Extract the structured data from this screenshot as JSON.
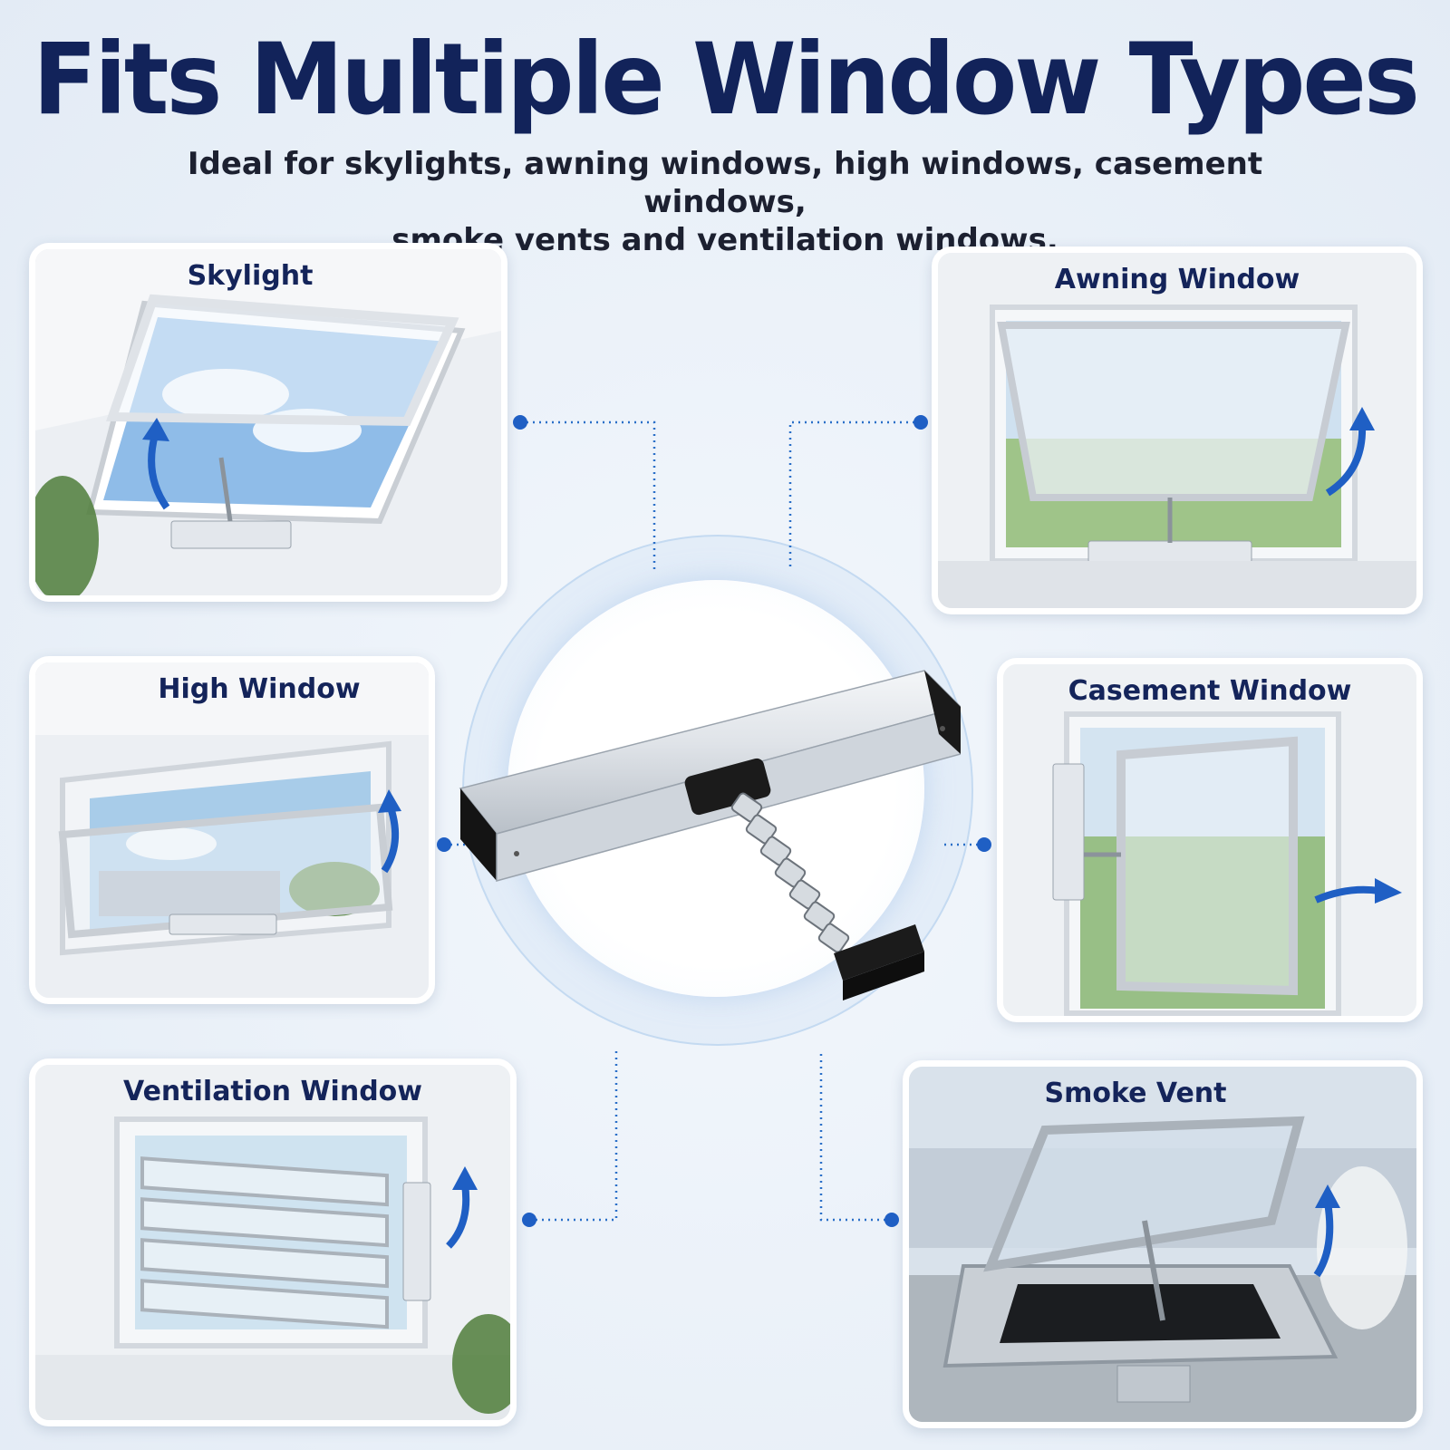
{
  "headline": "Fits Multiple Window Types",
  "subtitle": {
    "line1": "Ideal for skylights, awning windows, high windows, casement windows,",
    "line2": "smoke vents and ventilation windows."
  },
  "window_types": {
    "skylight": "Skylight",
    "awning": "Awning Window",
    "high": "High Window",
    "casement": "Casement Window",
    "ventilation": "Ventilation Window",
    "smoke_vent": "Smoke Vent"
  },
  "colors": {
    "headline": "#12235a",
    "label": "#14245a",
    "accent_blue": "#1f5fc4",
    "connector": "#2a6fc8"
  },
  "icons": [
    "arrow-up-curved-icon",
    "arrow-right-curved-icon",
    "connector-dot-icon"
  ]
}
